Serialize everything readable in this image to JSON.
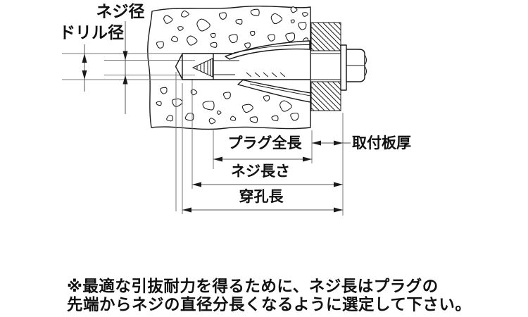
{
  "diagram": {
    "labels": {
      "screw_diameter": "ネジ径",
      "drill_diameter": "ドリル径",
      "plug_total_length": "プラグ全長",
      "mounting_plate_thickness": "取付板厚",
      "screw_length": "ネジ長さ",
      "drilling_depth": "穿孔長"
    },
    "note": {
      "line1": "※最適な引抜耐力を得るために、ネジ長はプラグの",
      "line2": "先端からネジの直径分長くなるように選定して下さい。"
    },
    "colors": {
      "object_line": "#1a1a1a",
      "dimension_line": "#555555",
      "background": "#ffffff"
    }
  }
}
